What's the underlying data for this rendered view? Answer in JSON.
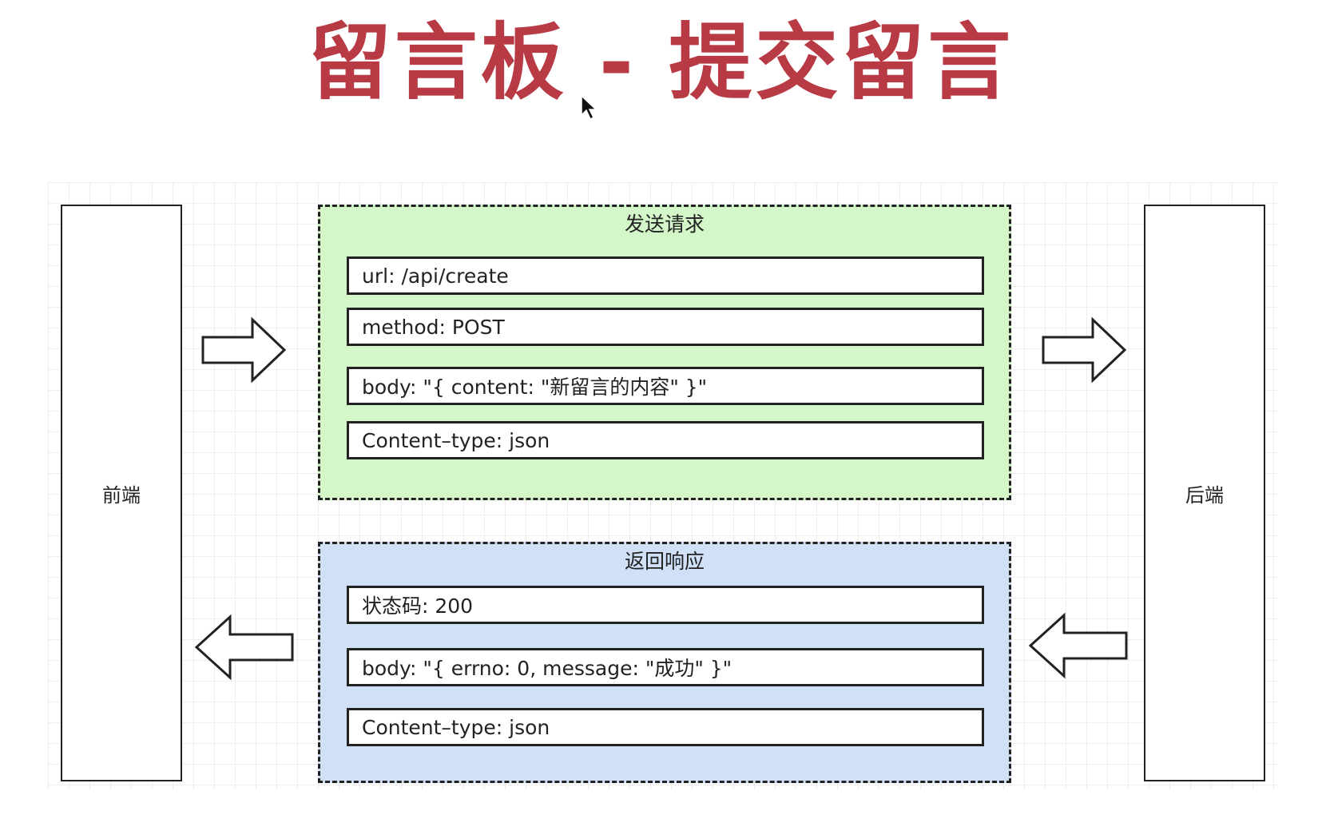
{
  "title": "留言板 - 提交留言",
  "frontend_label": "前端",
  "backend_label": "后端",
  "request": {
    "title": "发送请求",
    "fields": [
      "url: /api/create",
      "method: POST",
      "body: \"{ content: \"新留言的内容\" }\"",
      "Content–type: json"
    ]
  },
  "response": {
    "title": "返回响应",
    "fields": [
      "状态码: 200",
      "body: \"{ errno: 0, message: \"成功\" }\"",
      "Content–type: json"
    ]
  },
  "colors": {
    "title": "#b83a45",
    "request_bg": "#d3f7c8",
    "response_bg": "#cfe0f7"
  }
}
